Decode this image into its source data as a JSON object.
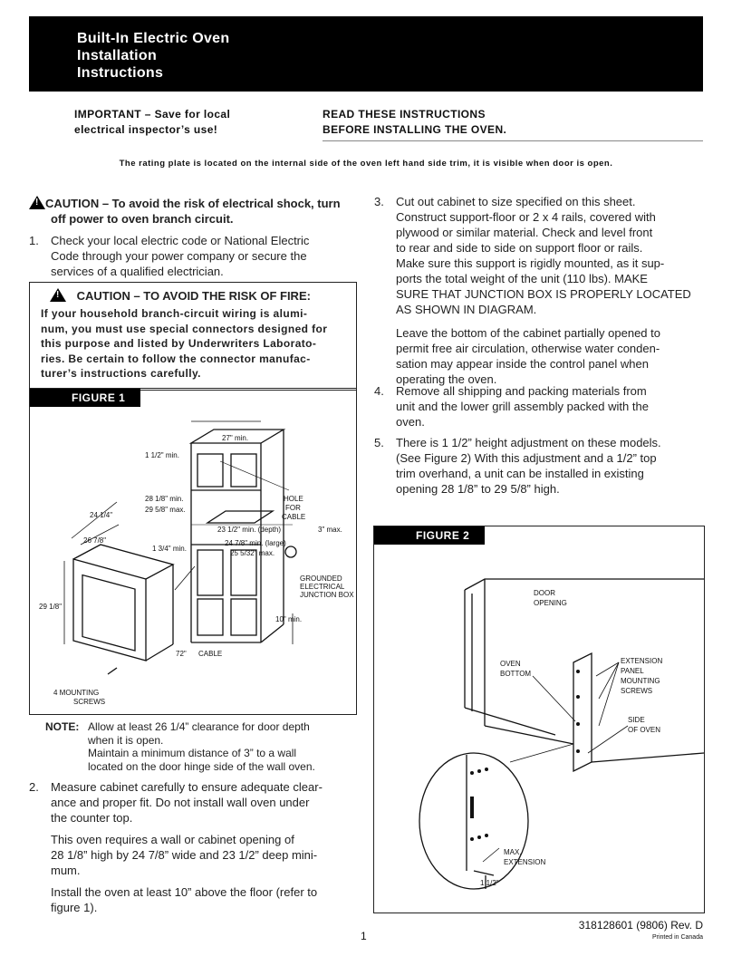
{
  "header": {
    "title_line1": "Built-In Electric Oven",
    "title_line2": "Installation",
    "title_line3": "Instructions"
  },
  "important": {
    "line1": "IMPORTANT – Save for local",
    "line2": "electrical inspector’s use!"
  },
  "read_first": {
    "line1": "READ THESE INSTRUCTIONS",
    "line2": "BEFORE INSTALLING THE OVEN."
  },
  "rating_note": "The rating plate is located on the internal side of the oven left hand side trim, it is visible when door is open.",
  "caution_shock": {
    "line1": "CAUTION – To avoid the risk of electrical shock, turn",
    "line2": "off power to oven branch circuit."
  },
  "step1": {
    "number": "1.",
    "lines": [
      "Check your local electric code or National Electric",
      "Code through your power company or secure the",
      "services of a qualified electrician."
    ]
  },
  "caution_fire": {
    "title": "CAUTION  –  TO AVOID THE RISK OF FIRE:",
    "lines": [
      "If your household branch-circuit wiring is alumi-",
      "num, you must use special connectors designed for",
      "this purpose and listed by Underwriters Laborato-",
      "ries. Be certain to follow the connector manufac-",
      "turer’s instructions carefully."
    ]
  },
  "figure1": {
    "title": "FIGURE 1",
    "labels": {
      "width27": "27\" min.",
      "gap112": "1 1/2\" min.",
      "h2818": "28 1/8\" min.",
      "h2958": "29 5/8\" max.",
      "hole": "HOLE",
      "for": "FOR",
      "cable": "CABLE",
      "d2312": "23 1/2\" min. (depth)",
      "w2478": "24 7/8\" min. (large)",
      "w25532": "25 5/32\" max.",
      "max3": "3\" max.",
      "w2414": "24 1/4\"",
      "w2678": "26 7/8\"",
      "min134": "1 3/4\" min.",
      "grounded": "GROUNDED",
      "electrical": "ELECTRICAL",
      "junction": "JUNCTION BOX",
      "h2918": "29 1/8\"",
      "min10": "10\" min.",
      "len72": "72\"",
      "cable_lbl": "CABLE",
      "mounting": "4 MOUNTING",
      "screws": "SCREWS"
    }
  },
  "note": {
    "label": "NOTE:",
    "lines": [
      "Allow at least 26 1/4” clearance for door depth",
      "when it is open.",
      "Maintain a minimum distance of 3” to a wall",
      "located on the door hinge side of the wall oven."
    ]
  },
  "step2": {
    "number": "2.",
    "p1": [
      "Measure cabinet carefully to ensure adequate clear-",
      "ance and proper fit. Do not install wall oven under",
      "the counter top."
    ],
    "p2": [
      "This oven requires a wall or cabinet opening of",
      "28 1/8” high by 24 7/8” wide and 23 1/2” deep mini-",
      "mum."
    ],
    "p3": [
      "Install the oven at least 10” above the floor (refer to",
      "figure 1)."
    ]
  },
  "step3": {
    "number": "3.",
    "p1": [
      "Cut out cabinet to size specified on this sheet.",
      "Construct support-floor or 2 x 4 rails, covered with",
      "plywood or similar material. Check and level front",
      "to rear and side to side on support floor or rails.",
      "Make sure this support is rigidly mounted, as it sup-",
      "ports the total weight of the unit (110 lbs). MAKE",
      "SURE THAT JUNCTION BOX IS PROPERLY LOCATED",
      "AS SHOWN IN DIAGRAM."
    ],
    "p2": [
      "Leave the bottom of the cabinet partially opened to",
      "permit free air circulation, otherwise water conden-",
      "sation may appear inside the control panel when",
      "operating the oven."
    ]
  },
  "step4": {
    "number": "4.",
    "lines": [
      "Remove all shipping and packing materials from",
      "unit and the lower grill assembly packed with the",
      "oven."
    ]
  },
  "step5": {
    "number": "5.",
    "lines": [
      "There is 1 1/2” height adjustment on these models.",
      "(See Figure 2)  With this adjustment and a 1/2” top",
      "trim overhand, a unit can be installed in existing",
      "opening 28 1/8” to 29 5/8” high."
    ]
  },
  "figure2": {
    "title": "FIGURE 2",
    "labels": {
      "door": "DOOR",
      "opening": "OPENING",
      "oven": "OVEN",
      "bottom": "BOTTOM",
      "extension": "EXTENSION",
      "panel": "PANEL",
      "mounting": "MOUNTING",
      "screws": "SCREWS",
      "side": "SIDE",
      "of_oven": "OF OVEN",
      "max": "MAX.",
      "extension2": "EXTENSION",
      "h112": "1 1/2\""
    }
  },
  "footer": {
    "page": "1",
    "part": "318128601 (9806) Rev. D",
    "printed": "Printed in Canada"
  }
}
